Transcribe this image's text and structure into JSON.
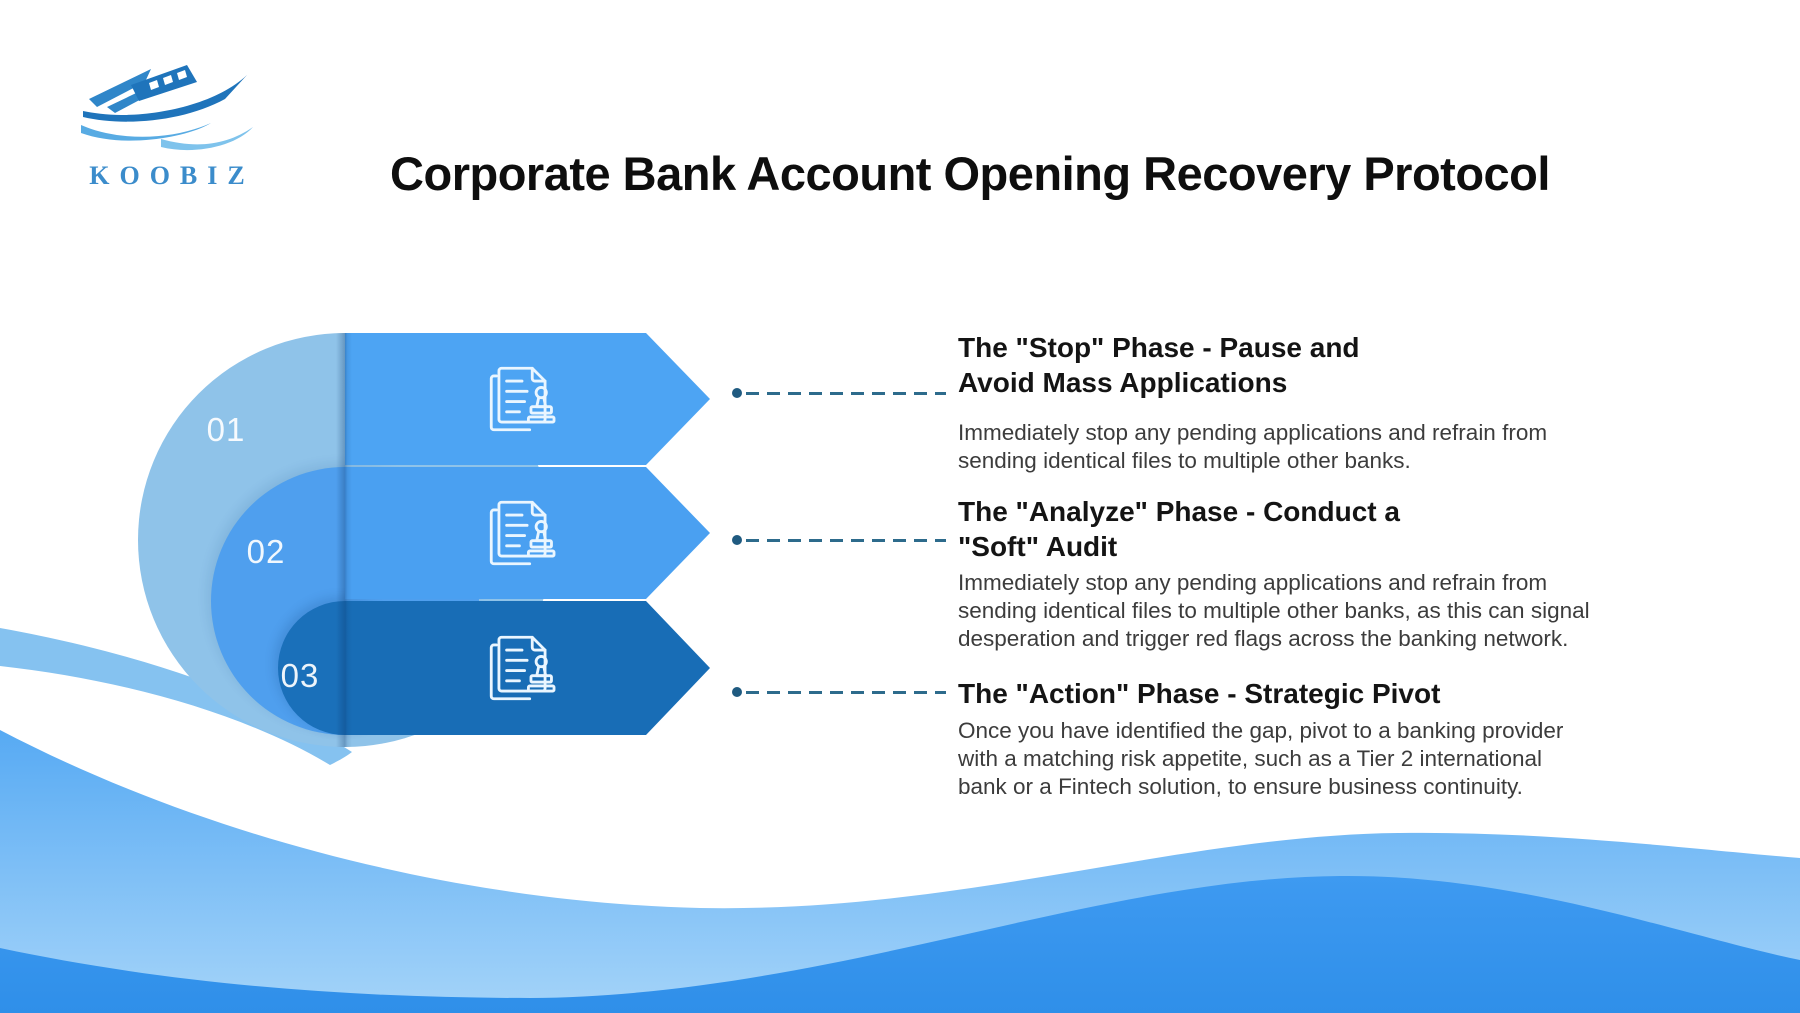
{
  "brand": {
    "name": "KOOBIZ"
  },
  "title": "Corporate Bank Account Opening Recovery Protocol",
  "steps": [
    {
      "number": "01",
      "heading": "The \"Stop\" Phase - Pause and\nAvoid Mass Applications",
      "body": "Immediately stop any pending applications and refrain from\nsending identical files to multiple other banks."
    },
    {
      "number": "02",
      "heading": "The \"Analyze\" Phase - Conduct a\n\"Soft\" Audit",
      "body": "Immediately stop any pending applications and refrain from\nsending identical files to multiple other banks, as this can signal\ndesperation and trigger red flags across the banking network."
    },
    {
      "number": "03",
      "heading": "The \"Action\" Phase - Strategic Pivot",
      "body": "Once you have identified the gap, pivot to a banking provider\nwith a matching risk appetite, such as a Tier 2 international\nbank or a Fintech solution, to ensure business continuity."
    }
  ],
  "icons": {
    "logo": "ship-icon",
    "step": "document-stamp-icon",
    "connector": "dot-dash-line"
  },
  "colors": {
    "banner_light": "#4da4f3",
    "banner_dark": "#186db6",
    "circle_01": "#8fc3e9",
    "circle_02": "#4f9fee",
    "circle_03": "#1a70ba",
    "connector": "#2d6b8c",
    "wave_light": "#57aaf3",
    "wave_dark": "#3e9af1",
    "brand_blue": "#3b8ccb",
    "title_text": "#0e0e0e",
    "body_text": "#3c3c3c"
  }
}
